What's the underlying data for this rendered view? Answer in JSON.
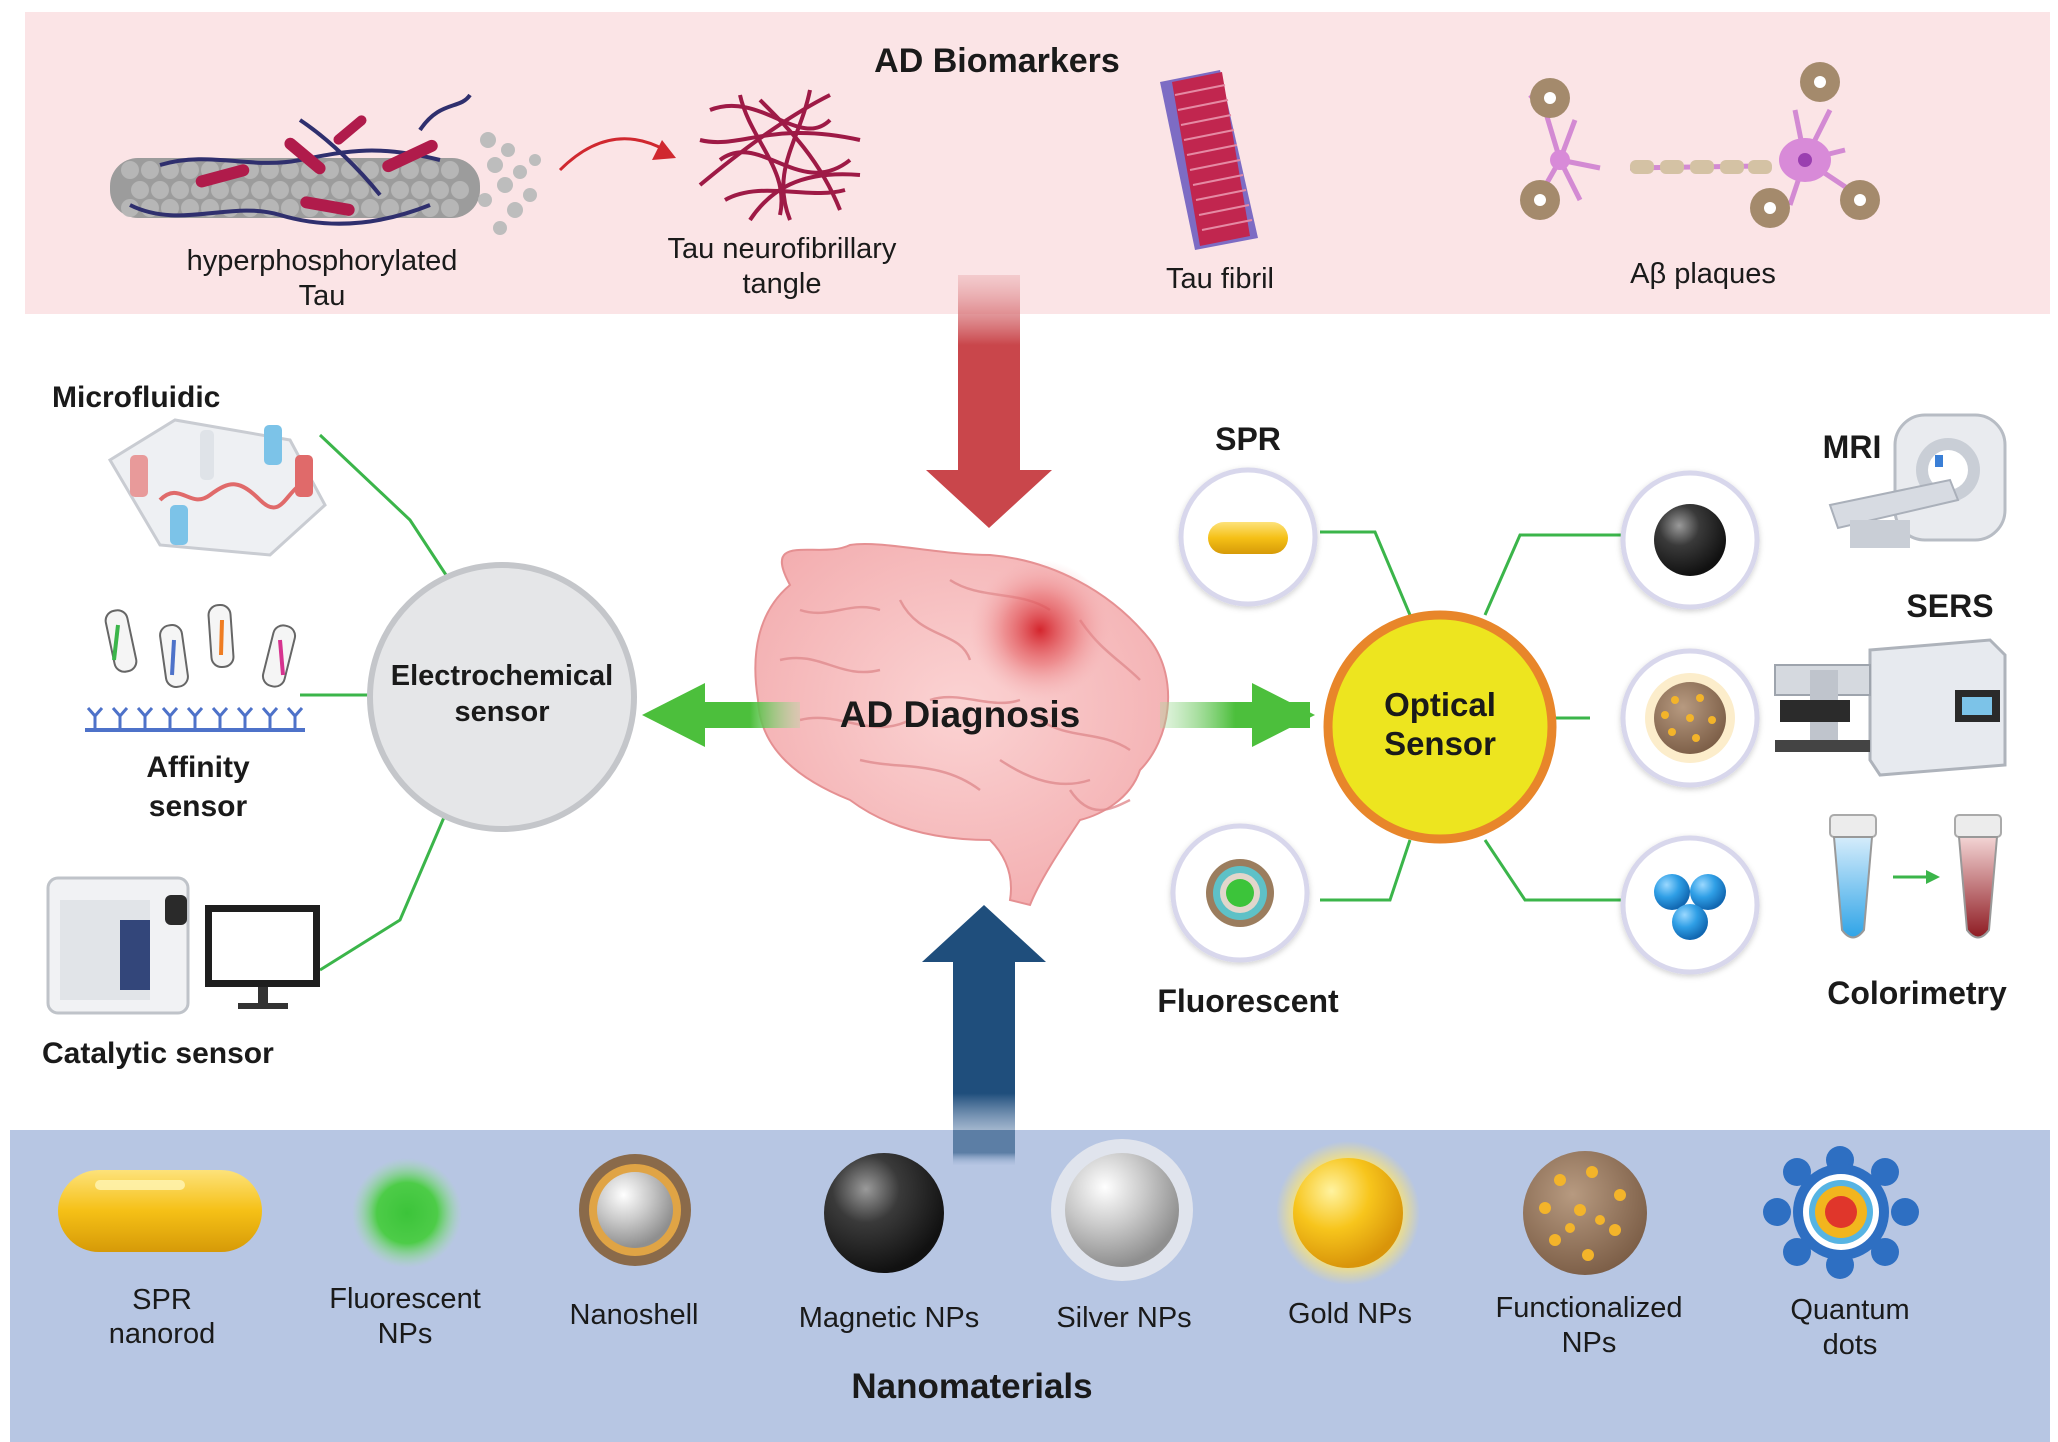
{
  "biomarkers": {
    "title": "AD Biomarkers",
    "tau_line1": "hyperphosphorylated",
    "tau_line2": "Tau",
    "tangle_line1": "Tau neurofibrillary",
    "tangle_line2": "tangle",
    "fibril": "Tau fibril",
    "plaques": "Aβ plaques"
  },
  "center": {
    "label": "AD Diagnosis"
  },
  "electrochemical": {
    "hub_line1": "Electrochemical",
    "hub_line2": "sensor",
    "microfluidic": "Microfluidic",
    "affinity_line1": "Affinity",
    "affinity_line2": "sensor",
    "catalytic": "Catalytic sensor"
  },
  "optical": {
    "hub_line1": "Optical",
    "hub_line2": "Sensor",
    "spr": "SPR",
    "fluorescent": "Fluorescent",
    "mri": "MRI",
    "sers": "SERS",
    "colorimetry": "Colorimetry"
  },
  "nanomaterials": {
    "title": "Nanomaterials",
    "items": [
      {
        "line1": "SPR",
        "line2": "nanorod"
      },
      {
        "line1": "Fluorescent",
        "line2": "NPs"
      },
      {
        "line1": "Nanoshell",
        "line2": ""
      },
      {
        "line1": "Magnetic NPs",
        "line2": ""
      },
      {
        "line1": "Silver NPs",
        "line2": ""
      },
      {
        "line1": "Gold NPs",
        "line2": ""
      },
      {
        "line1": "Functionalized",
        "line2": "NPs"
      },
      {
        "line1": "Quantum",
        "line2": "dots"
      }
    ]
  },
  "colors": {
    "biomarker_band": "#fbe4e6",
    "nanomaterial_band": "#b7c6e3",
    "connector_green": "#3bb54a",
    "red_arrow": "#c9464b",
    "blue_arrow": "#1f4e7c",
    "optical_fill": "#ede51f",
    "optical_ring": "#e8862a"
  }
}
